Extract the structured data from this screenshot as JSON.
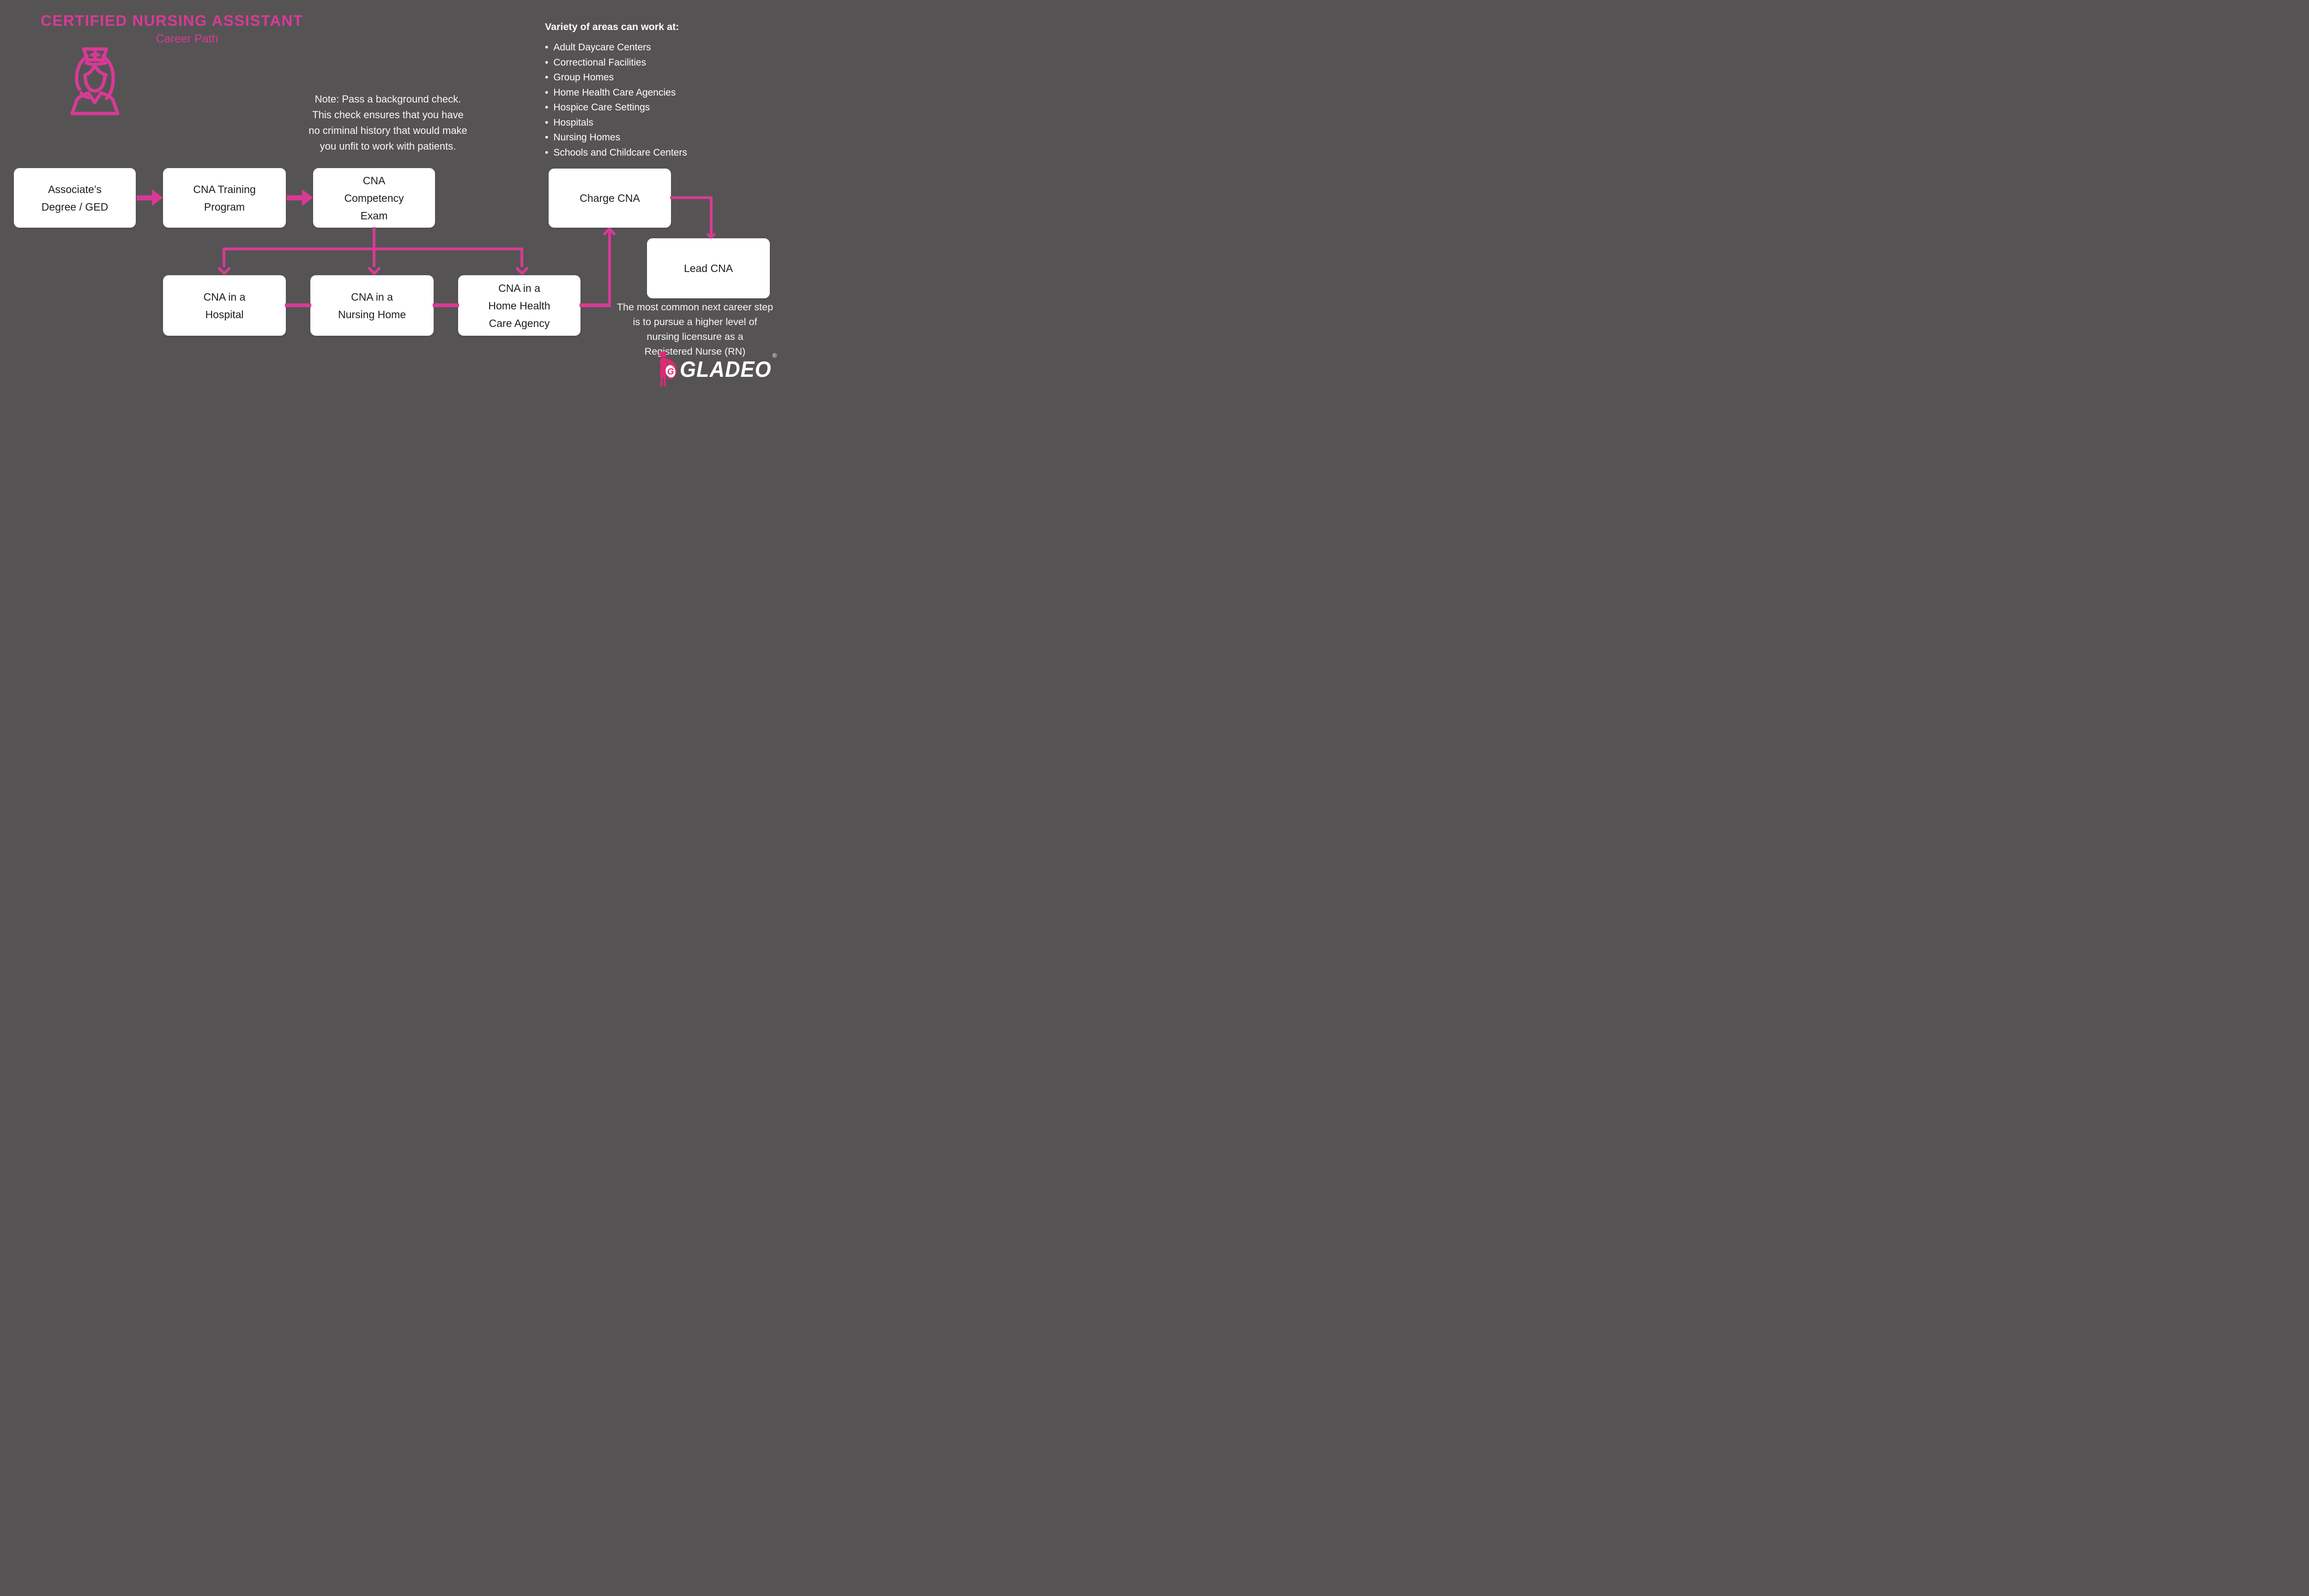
{
  "colors": {
    "background": "#565354",
    "accent": "#D83A96",
    "mascot": "#DD2A74",
    "box_bg": "#FFFFFF",
    "box_text": "#1C1C1C",
    "text": "#F7F7F7"
  },
  "header": {
    "title": "CERTIFIED NURSING ASSISTANT",
    "subtitle": "Career Path"
  },
  "note": {
    "lines": [
      "Note: Pass a background check.",
      "This check ensures that you have",
      "no criminal history that would make",
      "you unfit to work with patients."
    ]
  },
  "work_areas": {
    "heading": "Variety of areas can work at:",
    "bullet": "•",
    "items": [
      "Adult Daycare Centers",
      "Correctional Facilities",
      "Group Homes",
      "Home Health Care Agencies",
      "Hospice Care Settings",
      "Hospitals",
      "Nursing Homes",
      "Schools and Childcare Centers"
    ]
  },
  "flowchart": {
    "nodes": [
      {
        "id": "degree",
        "label": "Associate’s Degree / GED"
      },
      {
        "id": "training",
        "label": "CNA Training Program"
      },
      {
        "id": "exam",
        "label": "CNA Competency Exam"
      },
      {
        "id": "hospital",
        "label": "CNA in a Hospital"
      },
      {
        "id": "nursing_home",
        "label": "CNA in a Nursing Home"
      },
      {
        "id": "home_health",
        "label": "CNA in a Home Health Care Agency"
      },
      {
        "id": "charge",
        "label": "Charge CNA"
      },
      {
        "id": "lead",
        "label": "Lead CNA"
      }
    ]
  },
  "next_step_note": {
    "lines": [
      "The most common next career step",
      "is to pursue a higher level of",
      "nursing licensure as a",
      "Registered Nurse (RN)"
    ]
  },
  "logo": {
    "brand": "GLADEO",
    "trademark": "®",
    "mascot_letter": "G"
  }
}
